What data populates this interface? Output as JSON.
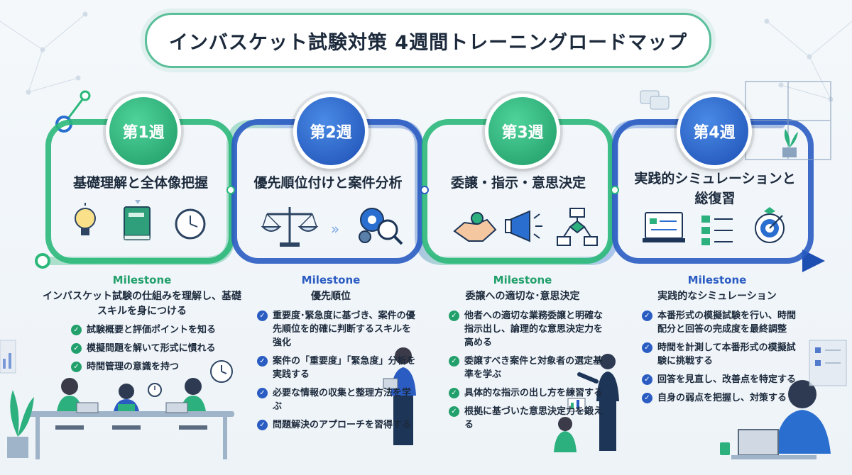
{
  "title": "インバスケット試験対策 4週間トレーニングロードマップ",
  "weeks": [
    {
      "badge": "第1週",
      "title": "基礎理解と全体像把握",
      "milestone_label": "Milestone",
      "milestone_desc": "インバスケット試験の仕組みを理解し、基礎スキルを身につける",
      "bullets": [
        "試験概要と評価ポイントを知る",
        "模擬問題を解いて形式に慣れる",
        "時間管理の意識を持つ"
      ]
    },
    {
      "badge": "第2週",
      "title": "優先順位付けと案件分析",
      "milestone_label": "Milestone",
      "milestone_desc": "優先順位",
      "bullets": [
        "重要度･緊急度に基づき、案件の優先順位を的確に判断するスキルを強化",
        "案件の「重要度」「緊急度」分析を実践する",
        "必要な情報の収集と整理方法を学ぶ",
        "問題解決のアプローチを習得する"
      ]
    },
    {
      "badge": "第3週",
      "title": "委譲・指示・意思決定",
      "milestone_label": "Milestone",
      "milestone_desc": "委譲への適切な･意思決定",
      "bullets": [
        "他者への適切な業務委譲と明確な指示出し、論理的な意思決定力を高める",
        "委譲すべき案件と対象者の選定基準を学ぶ",
        "具体的な指示の出し方を練習する",
        "根拠に基づいた意思決定力を鍛える"
      ]
    },
    {
      "badge": "第4週",
      "title": "実践的シミュレーションと総復習",
      "milestone_label": "Milestone",
      "milestone_desc": "実践的なシミュレーション",
      "bullets": [
        "本番形式の模擬試験を行い、時間配分と回答の完成度を最終調整",
        "時間を計測して本番形式の模擬試験に挑戦する",
        "回答を見直し、改善点を特定する",
        "自身の弱点を把握し、対策する"
      ]
    }
  ],
  "icons": {
    "week1": [
      "lightbulb-icon",
      "book-icon",
      "clock-icon"
    ],
    "week2": [
      "scale-icon",
      "gears-search-icon"
    ],
    "week3": [
      "handshake-icon",
      "megaphone-icon",
      "flowchart-icon"
    ],
    "week4": [
      "laptop-icon",
      "checklist-icon",
      "target-icon"
    ]
  },
  "colors": {
    "green": "#22a06b",
    "blue": "#2a5cc2",
    "title_border": "#5bbf9a"
  }
}
